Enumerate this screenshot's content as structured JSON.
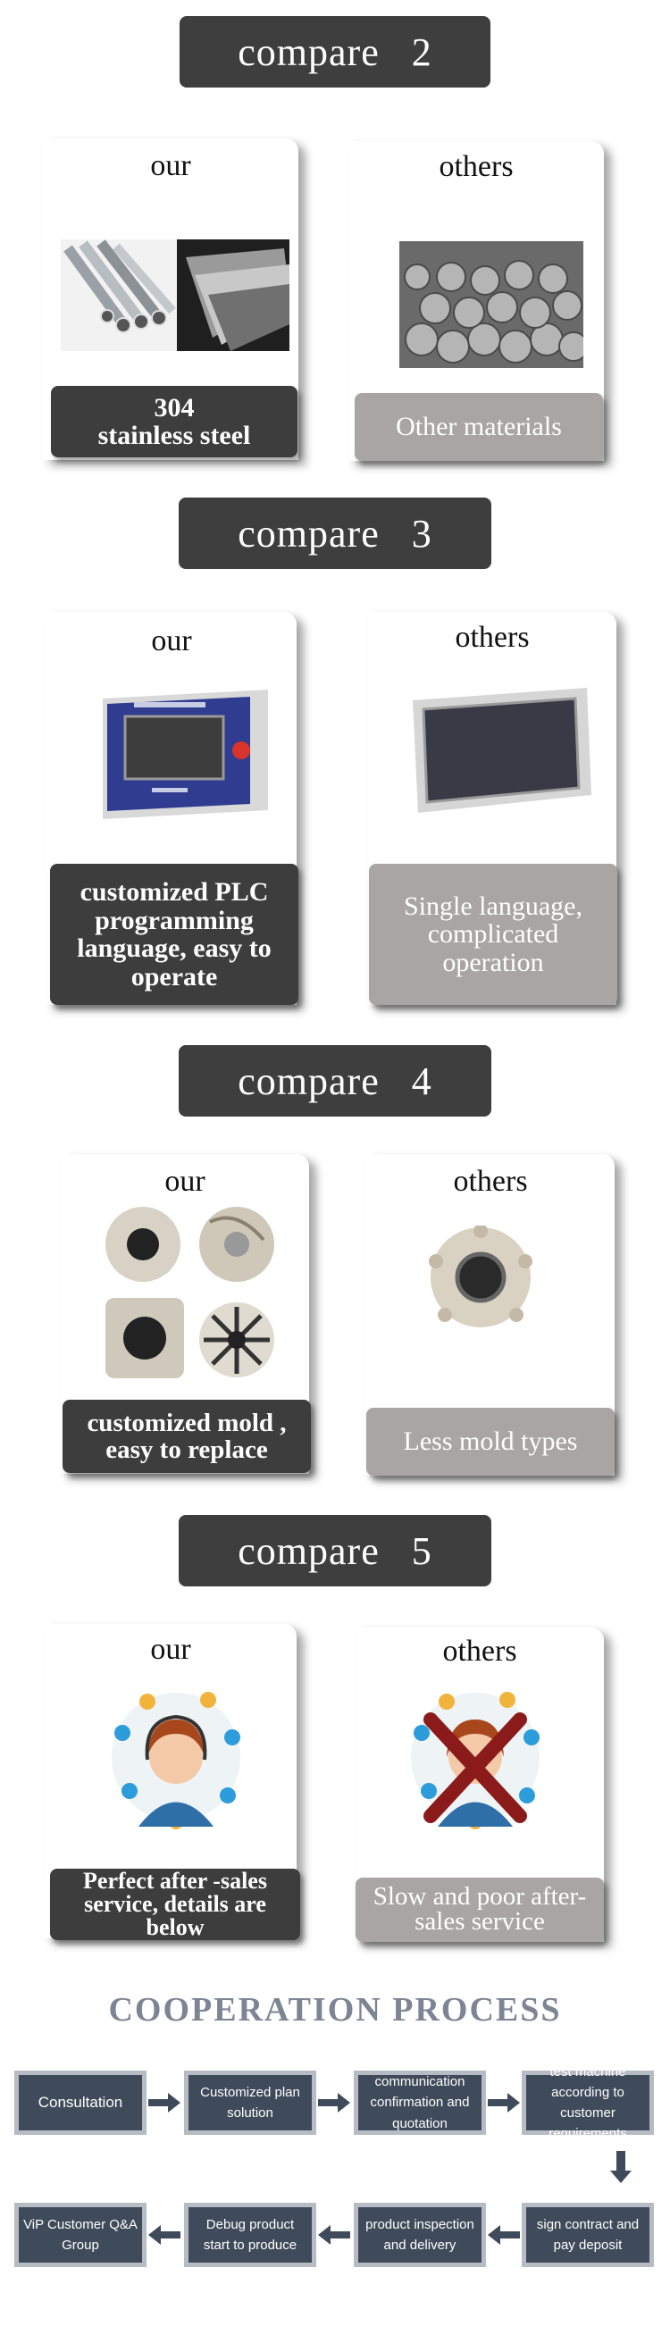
{
  "compare2": {
    "banner": "compare   2",
    "our_title": "our",
    "others_title": "others",
    "our_label_line1": "304",
    "our_label_line2": "stainless steel",
    "others_label": "Other materials"
  },
  "compare3": {
    "banner": "compare   3",
    "our_title": "our",
    "others_title": "others",
    "our_label": "customized PLC programming language, easy to operate",
    "others_label": "Single language, complicated operation"
  },
  "compare4": {
    "banner": "compare   4",
    "our_title": "our",
    "others_title": "others",
    "our_label": "customized mold , easy to replace",
    "others_label": "Less mold types"
  },
  "compare5": {
    "banner": "compare   5",
    "our_title": "our",
    "others_title": "others",
    "our_label": "Perfect after -sales service, details are below",
    "others_label": "Slow and poor after-sales service"
  },
  "process": {
    "title": "COOPERATION PROCESS",
    "row1": [
      "Consultation",
      "Customized plan solution",
      "communication confirmation and quotation",
      "test machine according to customer requirements"
    ],
    "row2": [
      "ViP Customer Q&A Group",
      "Debug product start to produce",
      "product inspection and delivery",
      "sign contract and pay deposit"
    ]
  },
  "colors": {
    "banner": "#3e3e3e",
    "label_dark": "#3d3d3d",
    "label_gray": "#a9a5a5",
    "step_bg": "#3f4b5b",
    "step_border": "#b7bcc4",
    "process_title": "#7d8594",
    "cross": "#8b1a1a"
  }
}
